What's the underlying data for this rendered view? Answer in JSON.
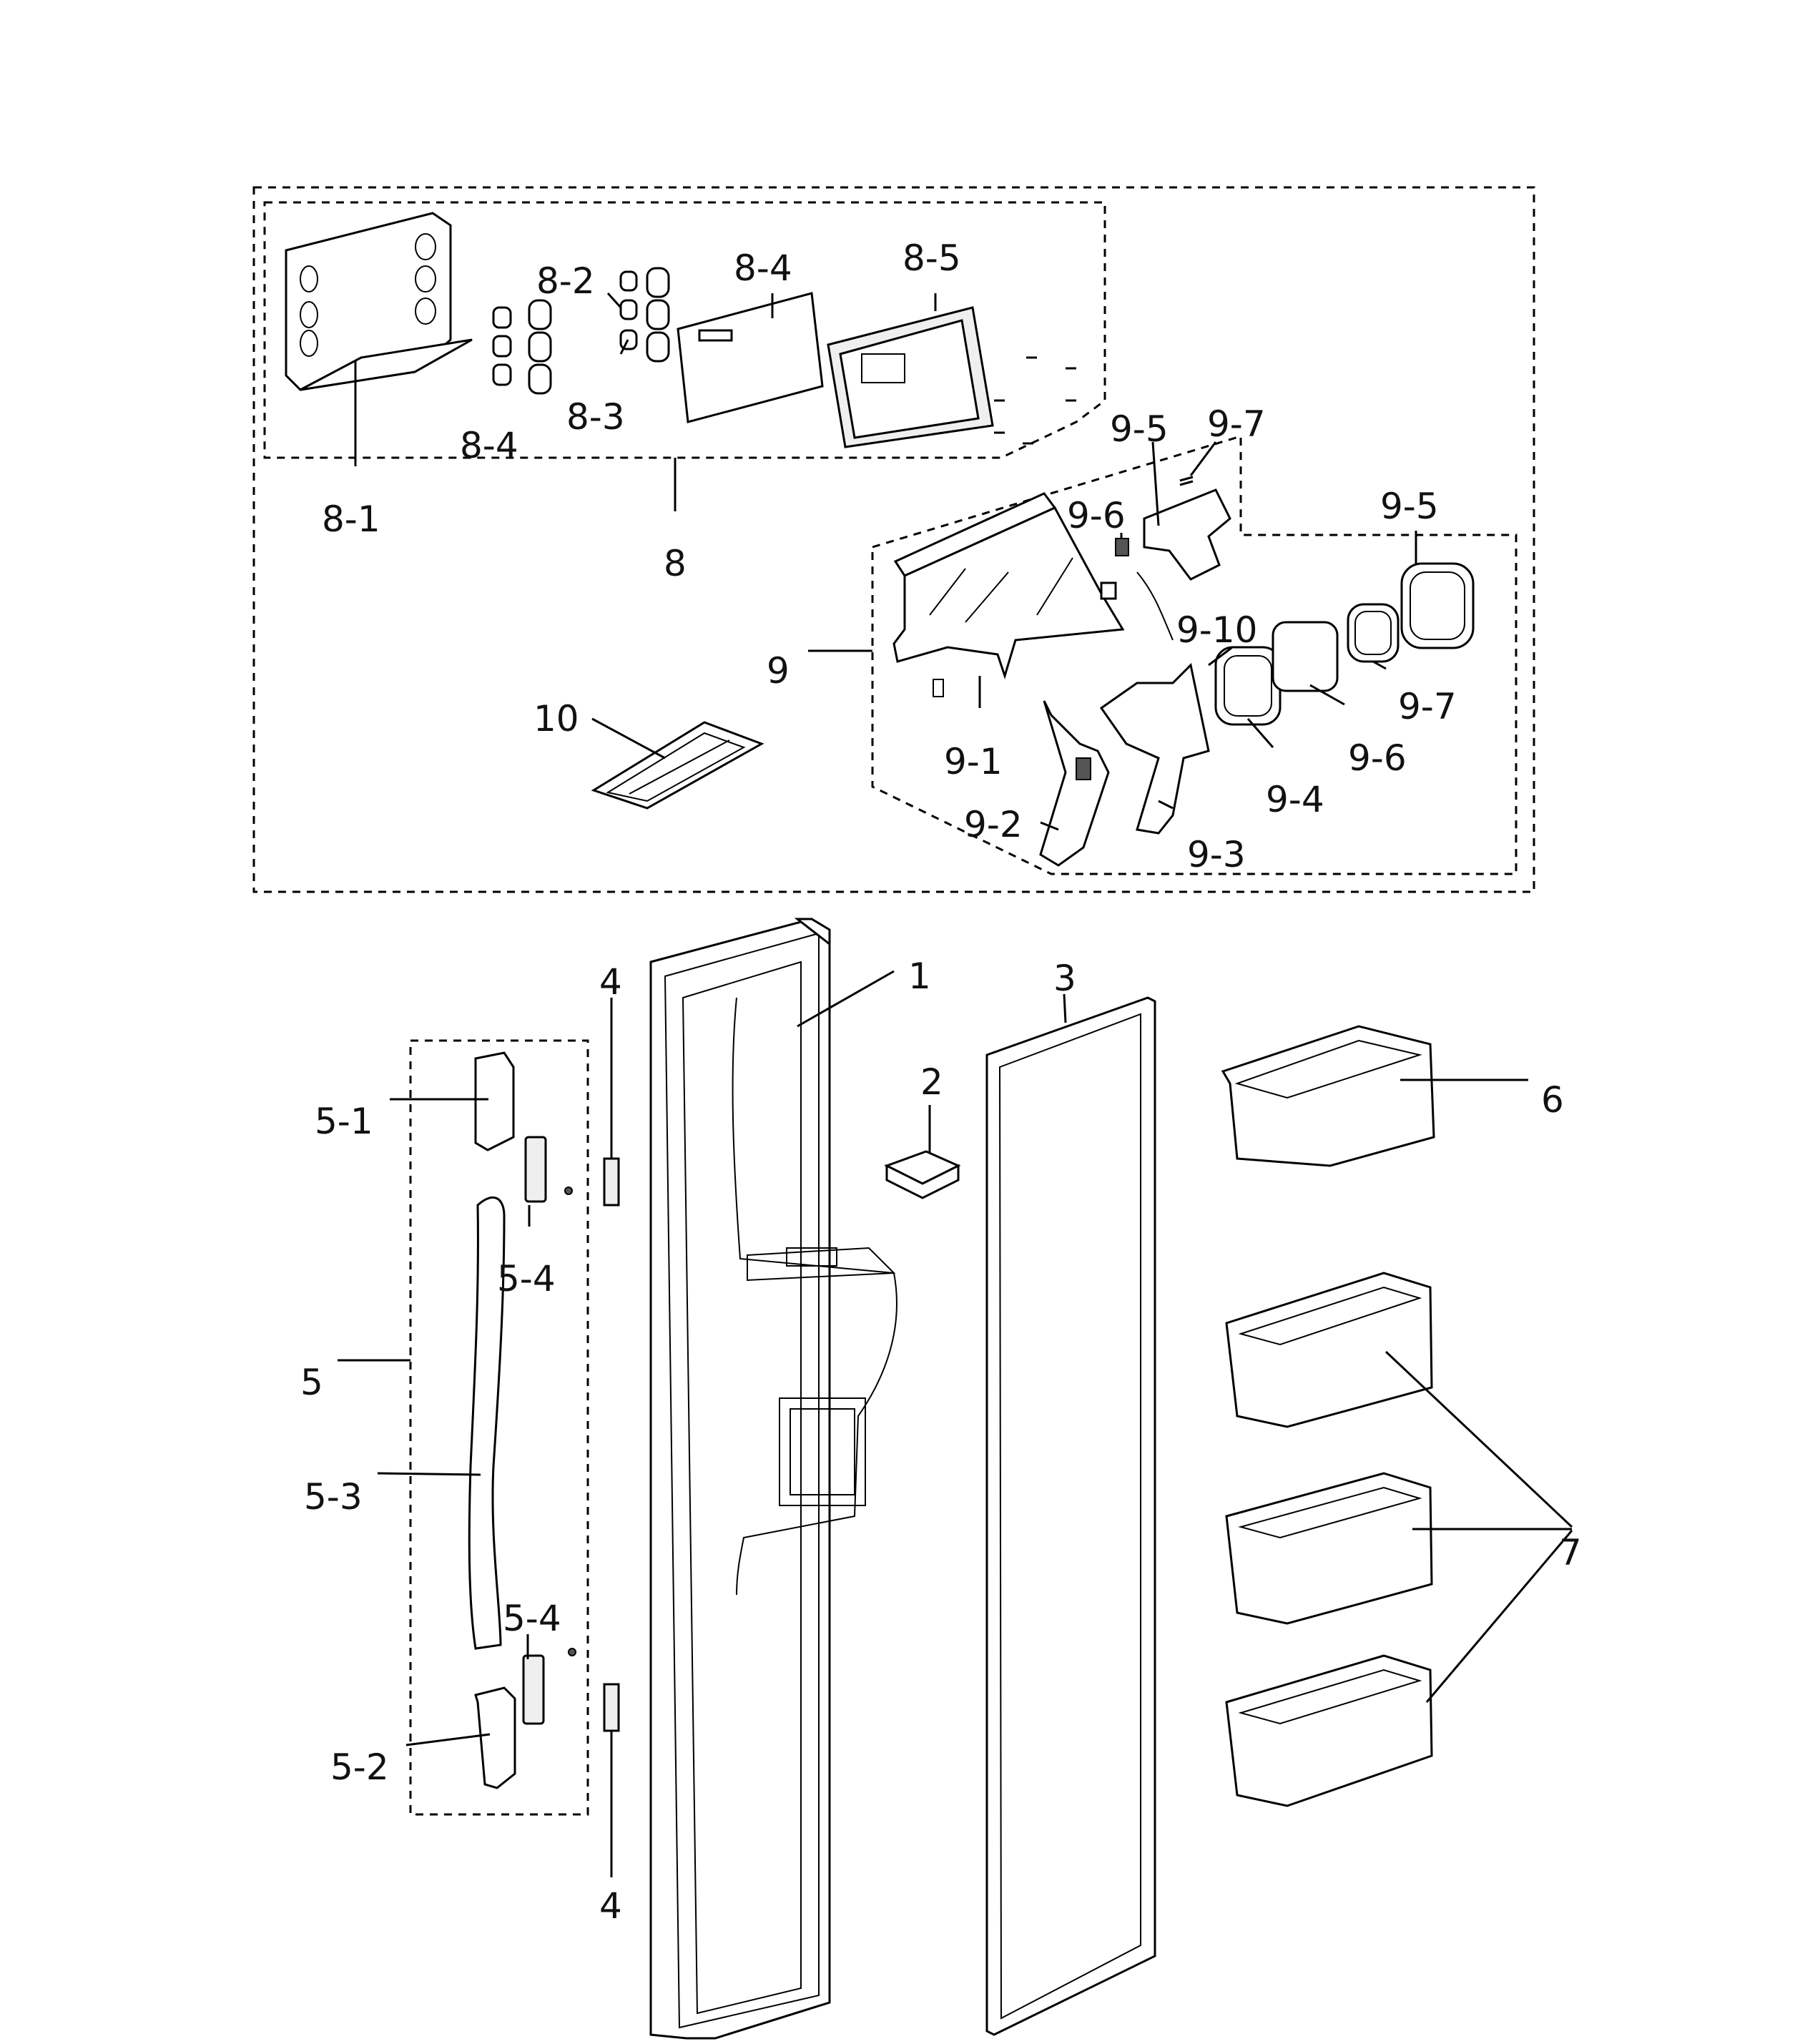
{
  "labels": {
    "l_8_1": "8-1",
    "l_8_2": "8-2",
    "l_8_3": "8-3",
    "l_8_4a": "8-4",
    "l_8_4b": "8-4",
    "l_8_5": "8-5",
    "l_8": "8",
    "l_9": "9",
    "l_9_1": "9-1",
    "l_9_2": "9-2",
    "l_9_3": "9-3",
    "l_9_4": "9-4",
    "l_9_5a": "9-5",
    "l_9_5b": "9-5",
    "l_9_6a": "9-6",
    "l_9_6b": "9-6",
    "l_9_7a": "9-7",
    "l_9_7b": "9-7",
    "l_9_10": "9-10",
    "l_10": "10",
    "l_1": "1",
    "l_2": "2",
    "l_3": "3",
    "l_4a": "4",
    "l_4b": "4",
    "l_5": "5",
    "l_5_1": "5-1",
    "l_5_2": "5-2",
    "l_5_3": "5-3",
    "l_5_4a": "5-4",
    "l_5_4b": "5-4",
    "l_6": "6",
    "l_7": "7"
  }
}
